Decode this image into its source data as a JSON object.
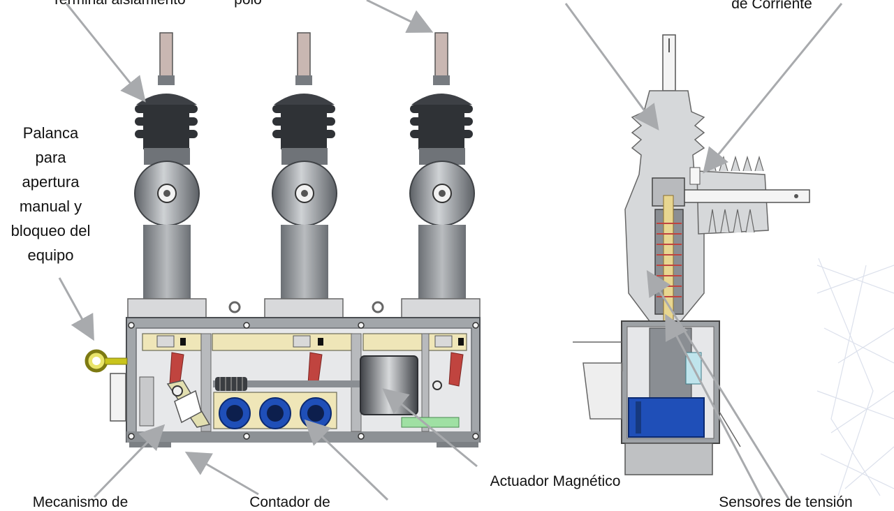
{
  "labels": {
    "terminal_top": "Terminal aislamiento",
    "polo_top": "polo",
    "corriente_top": "de Corriente",
    "palanca": [
      "Palanca",
      "para",
      "apertura",
      "manual y",
      "bloqueo del",
      "equipo"
    ],
    "actuador": "Actuador Magnético",
    "mecanismo_bottom": "Mecanismo de",
    "contador_bottom": "Contador de",
    "sensor_bottom": "Sensores de tensión"
  },
  "colors": {
    "background": "#ffffff",
    "body_gray": "#8a8e93",
    "housing_gray": "#9ea2a6",
    "panel_cream": "#efe6b8",
    "counter_blue": "#1f4fb8",
    "lever_yellow": "#c9c41c",
    "label_text": "#111111",
    "arrow": "#a8aaad",
    "section_fill": "#d6d8da",
    "insulation_red": "#c0443f"
  },
  "icons": [
    "arrow-pointer",
    "insulator-bushing",
    "vacuum-interrupter",
    "manual-lever-ring",
    "operation-counter"
  ]
}
